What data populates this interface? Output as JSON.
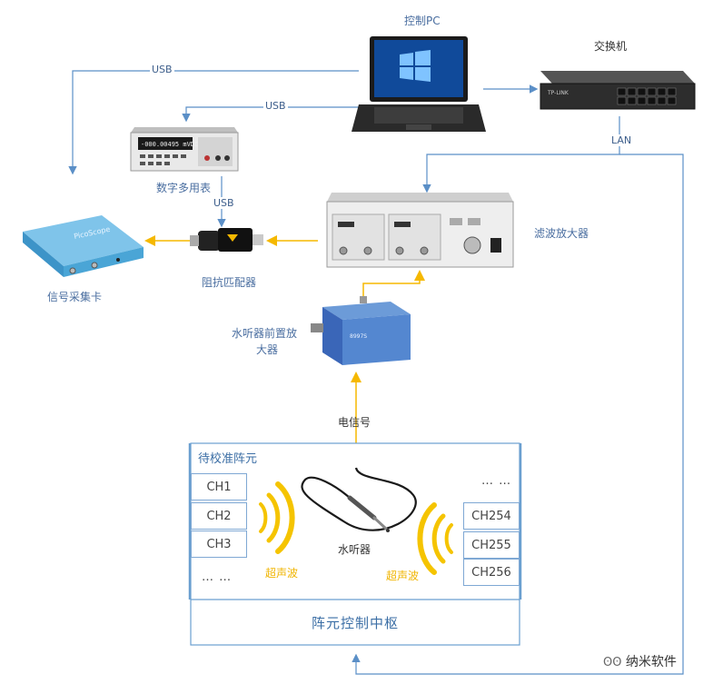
{
  "devices": {
    "pc": "控制PC",
    "switch": "交换机",
    "multimeter": "数字多用表",
    "daq": "信号采集卡",
    "impedance": "阻抗匹配器",
    "filter_amp": "滤波放大器",
    "preamp_line1": "水听器前置放",
    "preamp_line2": "大器"
  },
  "connections": {
    "usb1": "USB",
    "usb2": "USB",
    "usb3": "USB",
    "lan": "LAN",
    "signal": "电信号"
  },
  "array": {
    "title": "待校准阵元",
    "left_channels": [
      "CH1",
      "CH2",
      "CH3"
    ],
    "right_channels": [
      "CH254",
      "CH255",
      "CH256"
    ],
    "left_more": "… …",
    "right_more": "… …",
    "hydrophone": "水听器",
    "ultrasound_left": "超声波",
    "ultrasound_right": "超声波",
    "control_hub": "阵元控制中枢"
  },
  "screen_text": {
    "multimeter_display": "-000.00495 mVDC",
    "preamp_model": "8997S"
  },
  "watermark": "纳米软件",
  "colors": {
    "line_blue": "#5b8fc7",
    "line_yellow": "#f5b800",
    "box_border": "#6a9fd0"
  }
}
